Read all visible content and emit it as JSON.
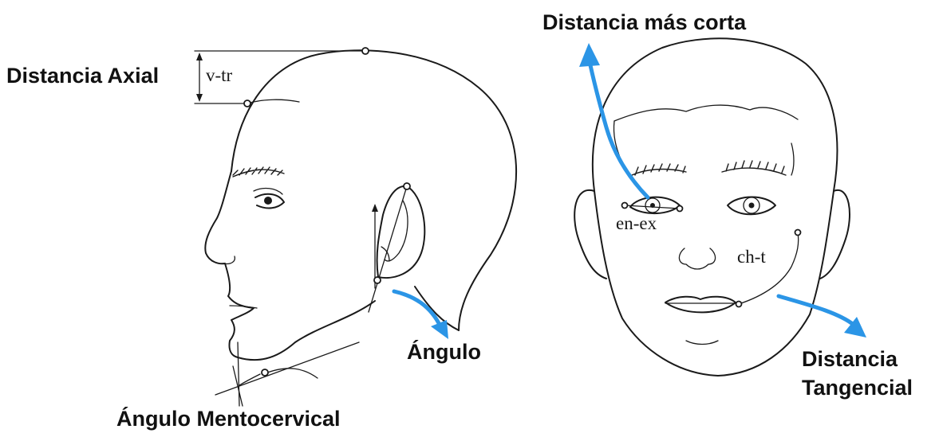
{
  "labels": {
    "axial_distance": "Distancia Axial",
    "axial_code": "v-tr",
    "angle": "Ángulo",
    "mentocervical_angle": "Ángulo Mentocervical",
    "shortest_distance": "Distancia más corta",
    "eye_code": "en-ex",
    "cheek_code": "ch-t",
    "tangential_distance_line1": "Distancia",
    "tangential_distance_line2": "Tangencial"
  },
  "colors": {
    "arrow": "#2b95e6",
    "line": "#1a1a1a",
    "text": "#111111"
  }
}
